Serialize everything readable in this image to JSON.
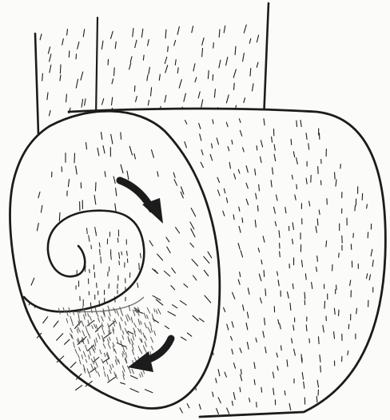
{
  "figure": {
    "subject": "rolled-up-sheet",
    "ink_color": "#1c1c1c",
    "paper_color": "#fbfbfa",
    "shade_color": "#555555",
    "arrows": [
      {
        "name": "rolling-arrow-upper",
        "icon": "curved-arrow-down-right"
      },
      {
        "name": "rolling-arrow-lower",
        "icon": "curved-arrow-down-left"
      }
    ]
  }
}
